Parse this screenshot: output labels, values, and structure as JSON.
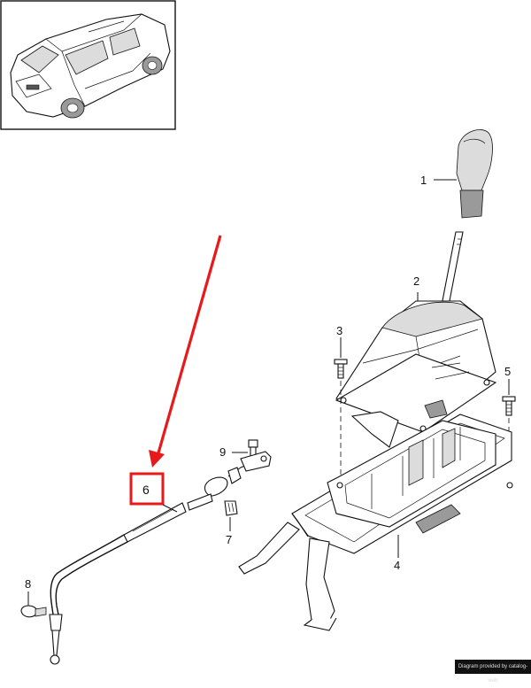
{
  "callouts": [
    {
      "id": "1",
      "text": "1"
    },
    {
      "id": "2",
      "text": "2"
    },
    {
      "id": "3",
      "text": "3"
    },
    {
      "id": "4",
      "text": "4"
    },
    {
      "id": "5",
      "text": "5"
    },
    {
      "id": "6",
      "text": "6"
    },
    {
      "id": "7",
      "text": "7"
    },
    {
      "id": "8",
      "text": "8"
    },
    {
      "id": "9",
      "text": "9"
    }
  ],
  "highlighted_callout": "6",
  "credit": "Diagram provided by catalog-web",
  "colors": {
    "highlight": "#e8191b",
    "line": "#111111",
    "credit_bg": "#111111"
  }
}
